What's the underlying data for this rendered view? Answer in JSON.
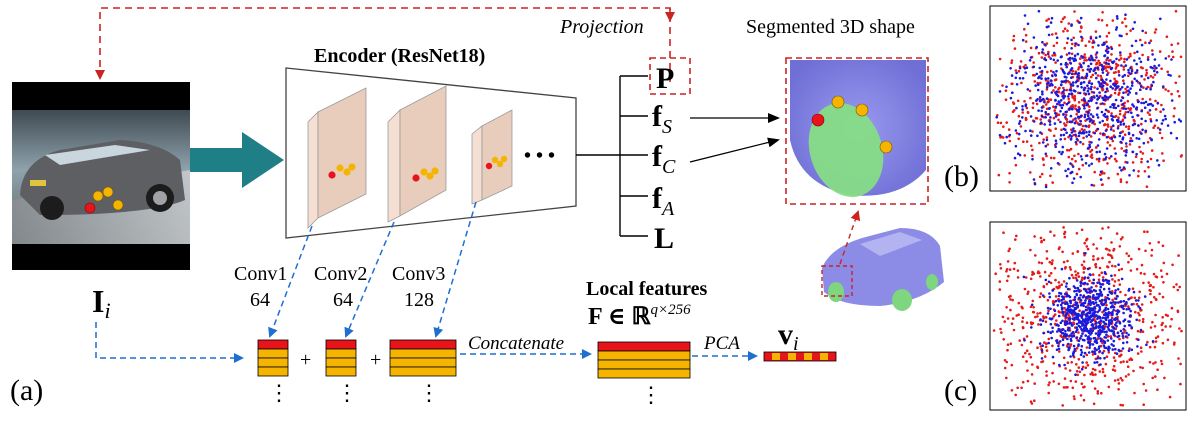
{
  "diagram": {
    "panel_labels": {
      "a": "(a)",
      "b": "(b)",
      "c": "(c)"
    },
    "input_image_label": {
      "main": "I",
      "sub": "i"
    },
    "encoder_title": "Encoder (ResNet18)",
    "ellipsis": "• • •",
    "projection_label": "Projection",
    "segmented_label": "Segmented 3D shape",
    "outputs": {
      "P": {
        "main": "P",
        "sub": ""
      },
      "fS": {
        "main": "f",
        "sub": "S"
      },
      "fC": {
        "main": "f",
        "sub": "C"
      },
      "fA": {
        "main": "f",
        "sub": "A"
      },
      "L": {
        "main": "L",
        "sub": ""
      }
    },
    "convs": [
      {
        "name": "Conv1",
        "channels": "64"
      },
      {
        "name": "Conv2",
        "channels": "64"
      },
      {
        "name": "Conv3",
        "channels": "128"
      }
    ],
    "plus_sign": "+",
    "concatenate_label": "Concatenate",
    "pca_label": "PCA",
    "local_features_title": "Local features",
    "local_features_formula": {
      "main": "F ∈ ℝ",
      "sup": "q×256"
    },
    "output_vector": {
      "main": "v",
      "sub": "i"
    },
    "vertical_dots": "⋮"
  },
  "colors": {
    "projection_arrow": "#cc2222",
    "feature_arrow": "#1f6fd0",
    "main_arrow": "#1f7f86",
    "feature_red": "#e8141c",
    "feature_yellow": "#f5b400",
    "map_face": "#e8cdbd",
    "map_side": "#f5dfd2",
    "scatter_red": "#e51b1b",
    "scatter_blue": "#1a1adc",
    "car_blue": "#8c8ce6",
    "wheel_green": "#7ed67e"
  }
}
